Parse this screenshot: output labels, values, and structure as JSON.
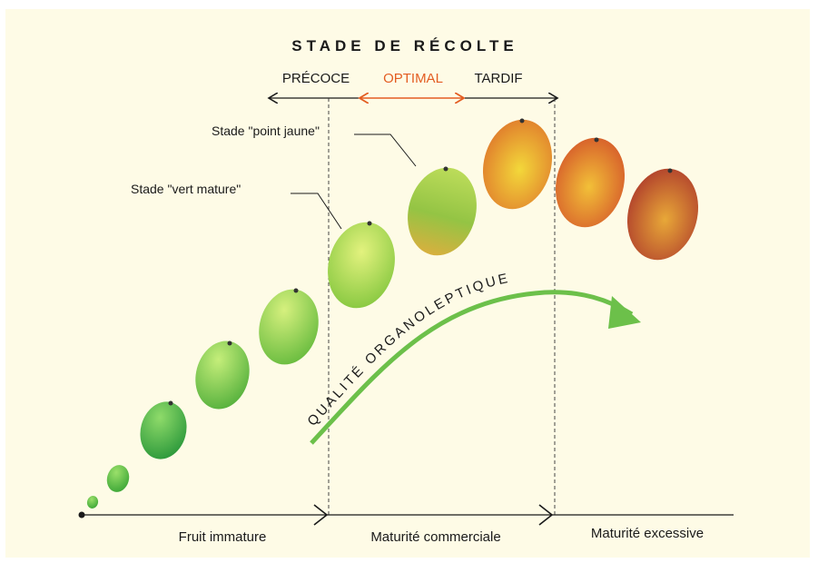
{
  "title": "STADE DE RÉCOLTE",
  "harvest_stages": {
    "early": "PRÉCOCE",
    "optimal": "OPTIMAL",
    "late": "TARDIF"
  },
  "callouts": {
    "yellow_point": "Stade \"point jaune\"",
    "mature_green": "Stade \"vert mature\""
  },
  "curve_label": "QUALITÉ ORGANOLEPTIQUE",
  "timeline": {
    "immature": "Fruit immature",
    "commercial": "Maturité commerciale",
    "excessive": "Maturité excessive"
  },
  "colors": {
    "accent_optimal": "#e35d22",
    "curve_green": "#6cc04a",
    "text": "#1a1a1a",
    "background": "#fefbe6"
  },
  "mangoes": [
    {
      "stage": "tiny",
      "fill": [
        "#9be06a",
        "#3fa838"
      ]
    },
    {
      "stage": "small",
      "fill": [
        "#9be06a",
        "#3fa838"
      ]
    },
    {
      "stage": "young",
      "fill": [
        "#8fdb6a",
        "#2e9a3c"
      ]
    },
    {
      "stage": "growing",
      "fill": [
        "#c5ee7a",
        "#58b23e"
      ]
    },
    {
      "stage": "green",
      "fill": [
        "#d6f07e",
        "#6bbd40"
      ]
    },
    {
      "stage": "mature-green",
      "fill": [
        "#e3f27e",
        "#7ec43a"
      ]
    },
    {
      "stage": "yellow-point",
      "fill": [
        "#d6e25a",
        "#8aba3a"
      ]
    },
    {
      "stage": "ripe",
      "fill": [
        "#f3d23a",
        "#e07a2a"
      ]
    },
    {
      "stage": "very-ripe",
      "fill": [
        "#f0b83a",
        "#d6522a"
      ]
    },
    {
      "stage": "overripe",
      "fill": [
        "#e09a3a",
        "#b8352a"
      ]
    }
  ]
}
